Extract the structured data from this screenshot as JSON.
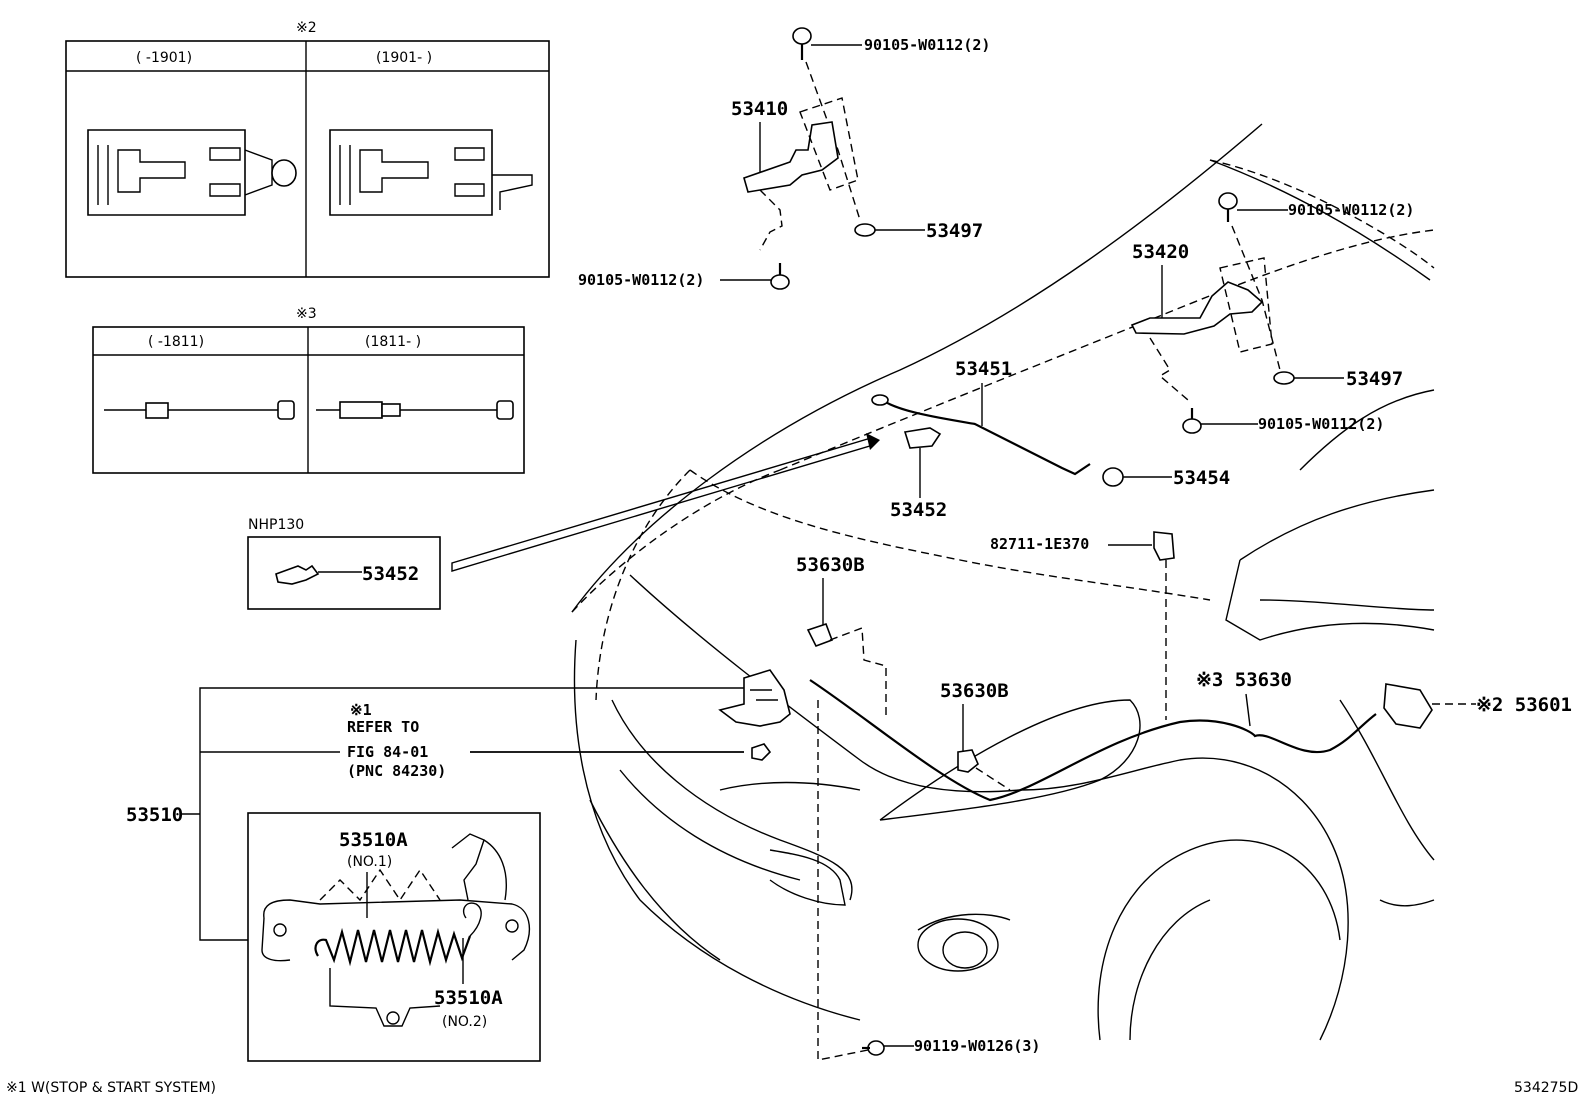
{
  "boxes": {
    "note2": {
      "title": "※2",
      "col_left": "(      -1901)",
      "col_right": "(1901-      )"
    },
    "note3": {
      "title": "※3",
      "col_left": "(      -1811)",
      "col_right": "(1811-      )"
    },
    "nhp": {
      "title": "NHP130",
      "part": "53452"
    },
    "refer": {
      "mark": "※1",
      "line1": "REFER TO",
      "line2": "FIG 84-01",
      "line3": "(PNC 84230)"
    },
    "detail": {
      "part_a": "53510A",
      "part_a_sub": "(NO.1)",
      "part_b": "53510A",
      "part_b_sub": "(NO.2)"
    }
  },
  "parts": {
    "p_90105_top": "90105-W0112(2)",
    "p_53410": "53410",
    "p_53497_a": "53497",
    "p_90105_left": "90105-W0112(2)",
    "p_90105_right_top": "90105-W0112(2)",
    "p_53420": "53420",
    "p_53497_b": "53497",
    "p_90105_right_mid": "90105-W0112(2)",
    "p_53451": "53451",
    "p_53452": "53452",
    "p_53454": "53454",
    "p_82711": "82711-1E370",
    "p_53630B_a": "53630B",
    "p_53630B_b": "53630B",
    "p_53630": "※3 53630",
    "p_53601": "※2 53601",
    "p_53510": "53510",
    "p_90119": "90119-W0126(3)"
  },
  "footer": {
    "note": "※1 W(STOP & START SYSTEM)",
    "diagram_id": "534275D"
  }
}
